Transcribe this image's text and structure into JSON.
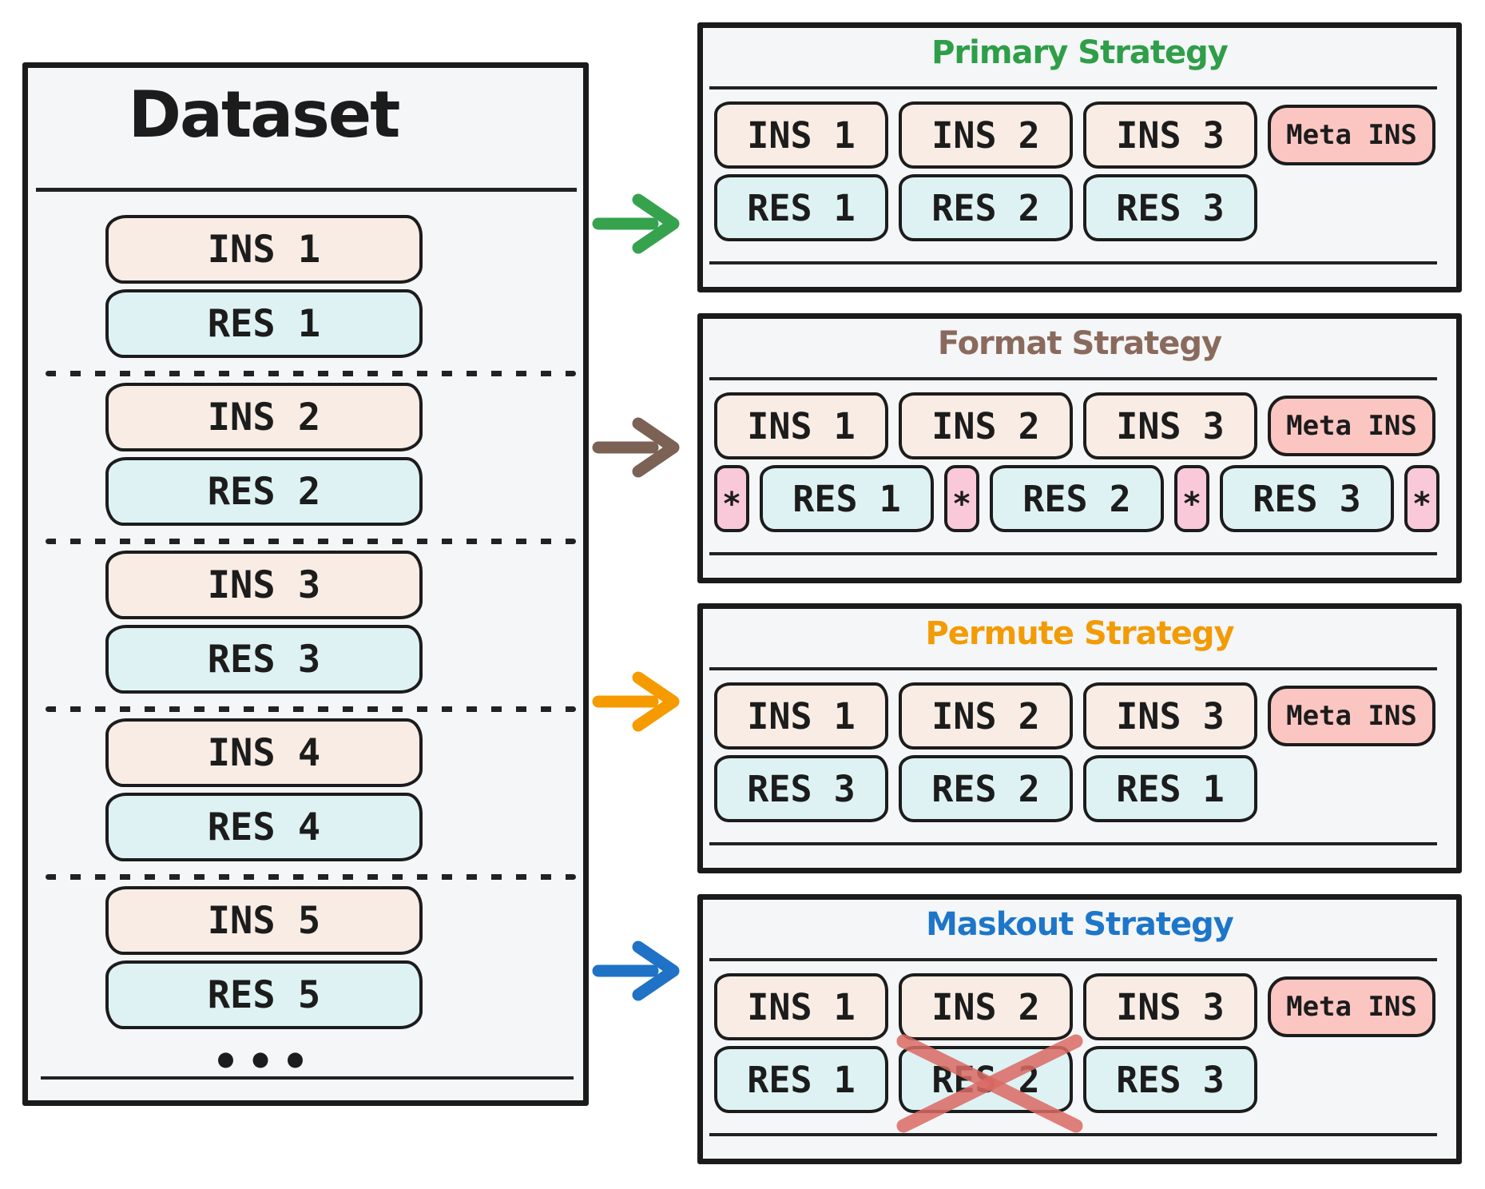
{
  "dataset": {
    "title": "Dataset",
    "ellipsis": "•••",
    "pairs": [
      {
        "ins": "INS 1",
        "res": "RES 1"
      },
      {
        "ins": "INS 2",
        "res": "RES 2"
      },
      {
        "ins": "INS 3",
        "res": "RES 3"
      },
      {
        "ins": "INS 4",
        "res": "RES 4"
      },
      {
        "ins": "INS 5",
        "res": "RES 5"
      }
    ]
  },
  "strategies": [
    {
      "id": "primary",
      "title": "Primary Strategy",
      "title_color": "#2f9e48",
      "arrow_color": "#36a24e",
      "top_row": [
        {
          "kind": "ins",
          "label": "INS 1"
        },
        {
          "kind": "ins",
          "label": "INS 2"
        },
        {
          "kind": "ins",
          "label": "INS 3"
        },
        {
          "kind": "meta",
          "label": "Meta INS"
        }
      ],
      "bottom_row": [
        {
          "kind": "res",
          "label": "RES 1"
        },
        {
          "kind": "res",
          "label": "RES 2"
        },
        {
          "kind": "res",
          "label": "RES 3"
        }
      ]
    },
    {
      "id": "format",
      "title": "Format Strategy",
      "title_color": "#8a6a5c",
      "arrow_color": "#7c6254",
      "top_row": [
        {
          "kind": "ins",
          "label": "INS 1"
        },
        {
          "kind": "ins",
          "label": "INS 2"
        },
        {
          "kind": "ins",
          "label": "INS 3"
        },
        {
          "kind": "meta",
          "label": "Meta INS"
        }
      ],
      "bottom_row": [
        {
          "kind": "star",
          "label": "*"
        },
        {
          "kind": "res",
          "label": "RES 1"
        },
        {
          "kind": "star",
          "label": "*"
        },
        {
          "kind": "res",
          "label": "RES 2"
        },
        {
          "kind": "star",
          "label": "*"
        },
        {
          "kind": "res",
          "label": "RES 3"
        },
        {
          "kind": "star",
          "label": "*"
        }
      ]
    },
    {
      "id": "permute",
      "title": "Permute Strategy",
      "title_color": "#f29b05",
      "arrow_color": "#f59b00",
      "top_row": [
        {
          "kind": "ins",
          "label": "INS 1"
        },
        {
          "kind": "ins",
          "label": "INS 2"
        },
        {
          "kind": "ins",
          "label": "INS 3"
        },
        {
          "kind": "meta",
          "label": "Meta INS"
        }
      ],
      "bottom_row": [
        {
          "kind": "res",
          "label": "RES 3"
        },
        {
          "kind": "res",
          "label": "RES 2"
        },
        {
          "kind": "res",
          "label": "RES 1"
        }
      ]
    },
    {
      "id": "maskout",
      "title": "Maskout Strategy",
      "title_color": "#1d76c9",
      "arrow_color": "#1f72c6",
      "top_row": [
        {
          "kind": "ins",
          "label": "INS 1"
        },
        {
          "kind": "ins",
          "label": "INS 2"
        },
        {
          "kind": "ins",
          "label": "INS 3"
        },
        {
          "kind": "meta",
          "label": "Meta INS"
        }
      ],
      "bottom_row": [
        {
          "kind": "res",
          "label": "RES 1"
        },
        {
          "kind": "res",
          "label": "RES 2",
          "masked": true
        },
        {
          "kind": "res",
          "label": "RES 3"
        }
      ]
    }
  ],
  "colors": {
    "panel_fill": "#f4f6f8",
    "ins_fill": "#f8ece4",
    "res_fill": "#def2f4",
    "meta_fill": "#fbc6c2",
    "star_fill": "#f9c9da",
    "border": "#1c1c1c",
    "mask_cross": "#db6a63"
  }
}
